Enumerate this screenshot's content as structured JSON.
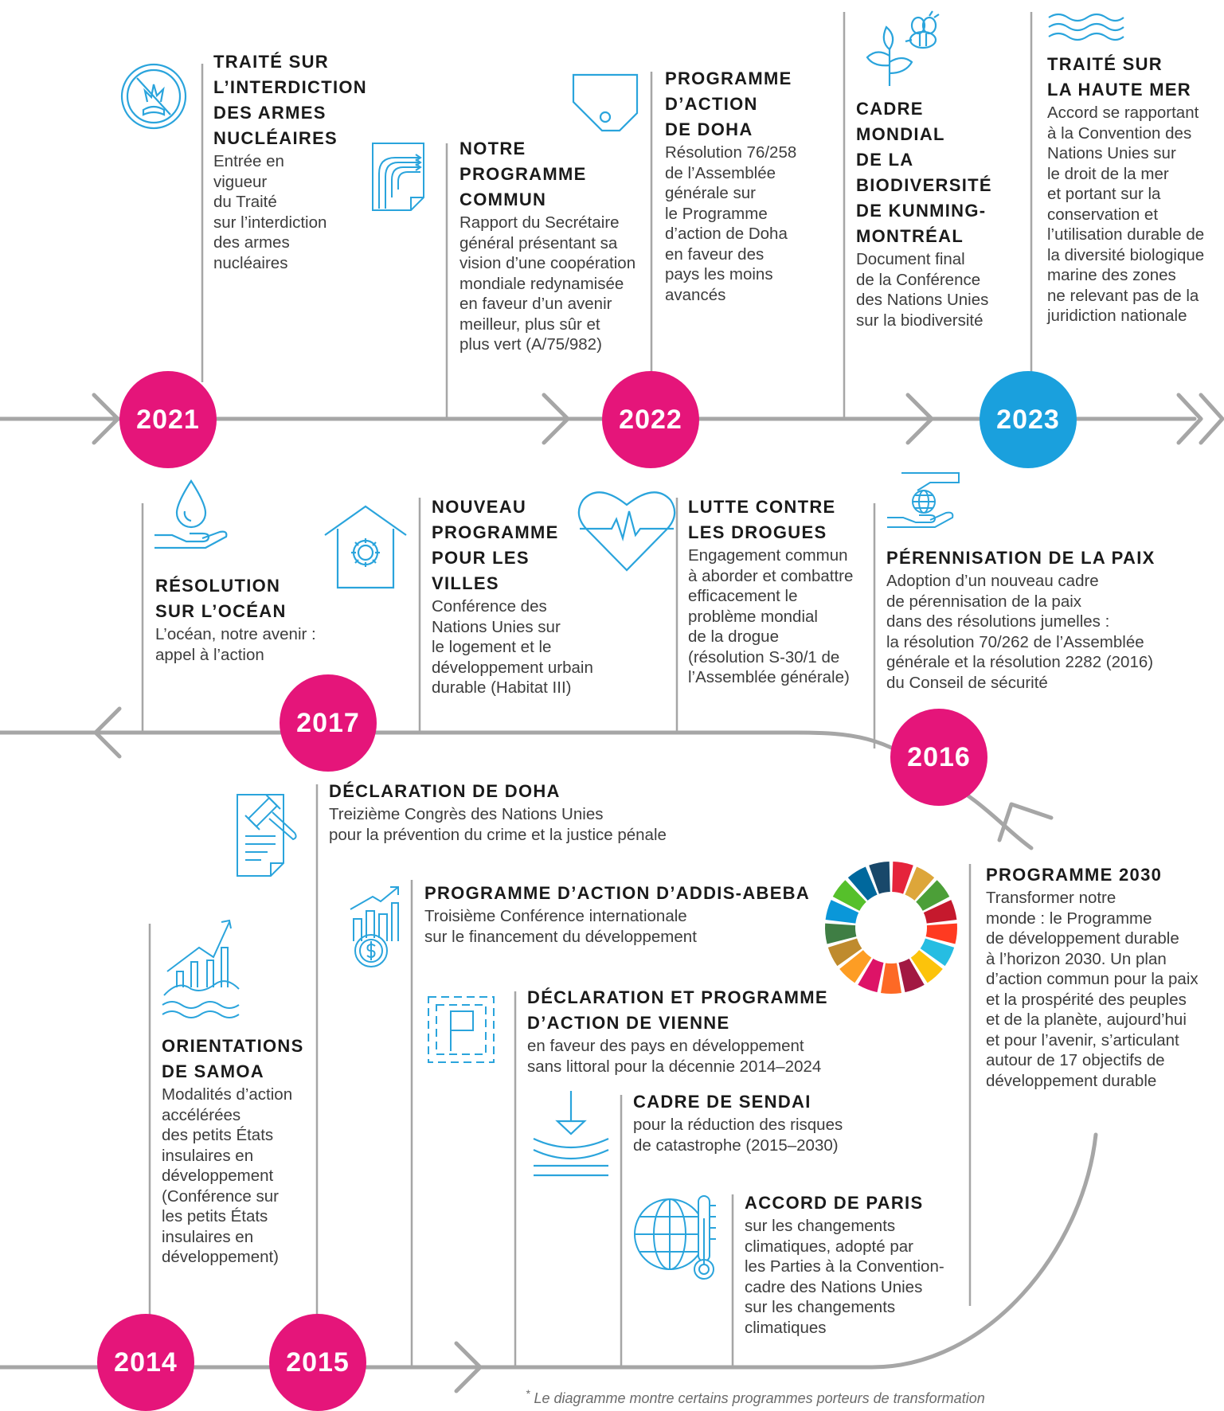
{
  "colors": {
    "pink": "#e5157a",
    "blue": "#1aa0dd",
    "line": "#a6a6a6",
    "icon": "#2aa4dc"
  },
  "years": {
    "y2021": "2021",
    "y2022": "2022",
    "y2023": "2023",
    "y2017": "2017",
    "y2016": "2016",
    "y2014": "2014",
    "y2015": "2015"
  },
  "events": {
    "tian": {
      "title": "TRAITÉ SUR\nL’INTERDICTION\nDES ARMES\nNUCLÉAIRES",
      "description": "Entrée en\nvigueur\ndu Traité\nsur l’interdiction\ndes armes\nnucléaires",
      "icon": "nuclear-ban-icon"
    },
    "notre": {
      "title": "NOTRE\nPROGRAMME\nCOMMUN",
      "description": "Rapport du Secrétaire\ngénéral présentant sa\nvision d’une coopération\nmondiale redynamisée\nen faveur d’un avenir\nmeilleur, plus sûr et\nplus vert (A/75/982)",
      "icon": "document-arrows-icon"
    },
    "doha_pa": {
      "title": "PROGRAMME\nD’ACTION\nDE DOHA",
      "description": "Résolution 76/258\nde l’Assemblée\ngénérale sur\nle Programme\nd’action de Doha\nen faveur des\npays les moins\navancés",
      "icon": "tag-shape-icon"
    },
    "kunming": {
      "title": "CADRE\nMONDIAL\nDE LA\nBIODIVERSITÉ\nDE KUNMING-\nMONTRÉAL",
      "description": "Document final\nde la Conférence\ndes Nations Unies\nsur la biodiversité",
      "icon": "plant-bee-icon"
    },
    "haute_mer": {
      "title": "TRAITÉ SUR\nLA HAUTE MER",
      "description": "Accord se rapportant\nà la Convention des\nNations Unies sur\nle droit de la mer\net portant sur la\nconservation et\nl’utilisation durable de\nla diversité biologique\nmarine des zones\nne relevant pas de la\njuridiction nationale",
      "icon": "waves-icon"
    },
    "ocean": {
      "title": "RÉSOLUTION\nSUR L’OCÉAN",
      "description": "L’océan, notre avenir :\nappel à l’action",
      "icon": "water-drop-hand-icon"
    },
    "villes": {
      "title": "NOUVEAU\nPROGRAMME\nPOUR LES\nVILLES",
      "description": "Conférence des\nNations Unies sur\nle logement et le\ndéveloppement urbain\ndurable (Habitat III)",
      "icon": "house-gear-icon"
    },
    "drogues": {
      "title": "LUTTE CONTRE\nLES DROGUES",
      "description": "Engagement commun\nà aborder et combattre\nefficacement le\nproblème mondial\nde la drogue\n(résolution S-30/1 de\nl’Assemblée générale)",
      "icon": "heartbeat-icon"
    },
    "paix": {
      "title": "PÉRENNISATION DE LA PAIX",
      "description": "Adoption d’un nouveau cadre\nde pérennisation de la paix\ndans des résolutions jumelles :\nla résolution 70/262 de l’Assemblée\ngénérale et la résolution 2282 (2016)\ndu Conseil de sécurité",
      "icon": "globe-hands-icon"
    },
    "doha_decl": {
      "title": "DÉCLARATION DE DOHA",
      "description": "Treizième Congrès des Nations Unies\npour la prévention du crime et la justice pénale",
      "icon": "gavel-document-icon"
    },
    "addis": {
      "title": "PROGRAMME D’ACTION D’ADDIS-ABEBA",
      "description": "Troisième Conférence internationale\nsur le financement du développement",
      "icon": "finance-chart-icon"
    },
    "vienne": {
      "title": "DÉCLARATION ET PROGRAMME\nD’ACTION DE VIENNE",
      "description": "en faveur des pays en développement\nsans littoral pour la décennie 2014–2024",
      "icon": "flag-frame-icon"
    },
    "sendai": {
      "title": "CADRE DE SENDAI",
      "description": "pour la réduction des risques\nde catastrophe (2015–2030)",
      "icon": "arrow-down-waves-icon"
    },
    "paris": {
      "title": "ACCORD DE PARIS",
      "description": "sur les changements\nclimatiques, adopté par\nles Parties à la Convention-\ncadre des Nations Unies\nsur les changements\nclimatiques",
      "icon": "globe-thermometer-icon"
    },
    "p2030": {
      "title": "PROGRAMME 2030",
      "description": "Transformer notre\nmonde : le Programme\nde développement durable\nà l’horizon 2030. Un plan\nd’action commun pour la paix\net la prospérité des peuples\net de la planète, aujourd’hui\net pour l’avenir, s’articulant\nautour de 17 objectifs de\ndéveloppement durable",
      "icon": "sdg-wheel-icon"
    },
    "samoa": {
      "title": "ORIENTATIONS\nDE SAMOA",
      "description": "Modalités d’action\naccélérées\ndes petits États\ninsulaires en\ndéveloppement\n(Conférence sur\nles petits États\ninsulaires en\ndéveloppement)",
      "icon": "island-chart-icon"
    }
  },
  "sdg_colors": [
    "#e5243b",
    "#dda63a",
    "#4c9f38",
    "#c5192d",
    "#ff3a21",
    "#26bde2",
    "#fcc30b",
    "#a21942",
    "#fd6925",
    "#dd1367",
    "#fd9d24",
    "#bf8b2e",
    "#3f7e44",
    "#0a97d9",
    "#56c02b",
    "#00689d",
    "#19486a"
  ],
  "footnote": "Le diagramme montre certains programmes porteurs de transformation"
}
